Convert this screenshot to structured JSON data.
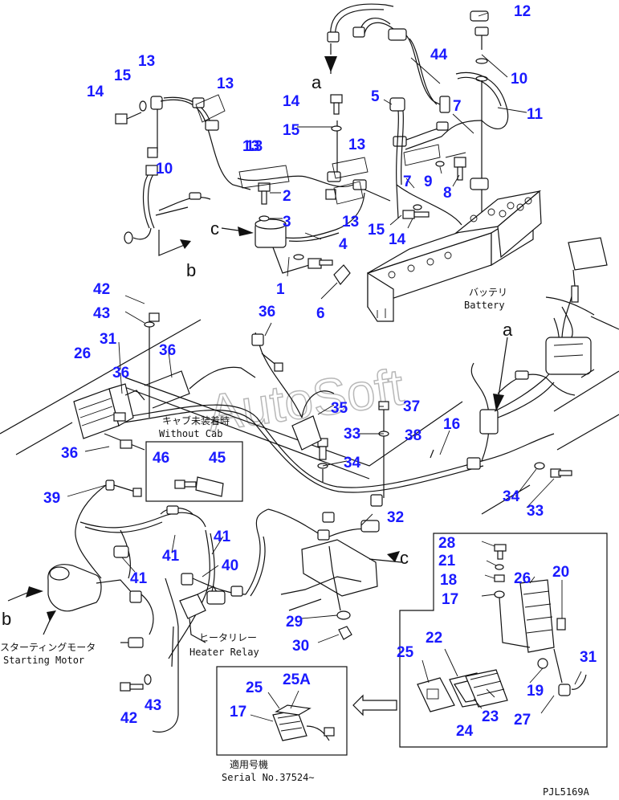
{
  "diagram": {
    "part_labels": [
      {
        "text": "12"
      },
      {
        "text": "44"
      },
      {
        "text": "10"
      },
      {
        "text": "11"
      },
      {
        "text": "7"
      },
      {
        "text": "5"
      },
      {
        "text": "14"
      },
      {
        "text": "15"
      },
      {
        "text": "13"
      },
      {
        "text": "13"
      },
      {
        "text": "15"
      },
      {
        "text": "14"
      },
      {
        "text": "13"
      },
      {
        "text": "10"
      },
      {
        "text": "13"
      },
      {
        "text": "13"
      },
      {
        "text": "2"
      },
      {
        "text": "3"
      },
      {
        "text": "4"
      },
      {
        "text": "1"
      },
      {
        "text": "6"
      },
      {
        "text": "13"
      },
      {
        "text": "7"
      },
      {
        "text": "9"
      },
      {
        "text": "8"
      },
      {
        "text": "15"
      },
      {
        "text": "14"
      },
      {
        "text": "42"
      },
      {
        "text": "43"
      },
      {
        "text": "31"
      },
      {
        "text": "26"
      },
      {
        "text": "36"
      },
      {
        "text": "36"
      },
      {
        "text": "36"
      },
      {
        "text": "36"
      },
      {
        "text": "35"
      },
      {
        "text": "37"
      },
      {
        "text": "33"
      },
      {
        "text": "38"
      },
      {
        "text": "34"
      },
      {
        "text": "16"
      },
      {
        "text": "46"
      },
      {
        "text": "45"
      },
      {
        "text": "39"
      },
      {
        "text": "41"
      },
      {
        "text": "41"
      },
      {
        "text": "41"
      },
      {
        "text": "40"
      },
      {
        "text": "32"
      },
      {
        "text": "34"
      },
      {
        "text": "33"
      },
      {
        "text": "29"
      },
      {
        "text": "30"
      },
      {
        "text": "28"
      },
      {
        "text": "21"
      },
      {
        "text": "18"
      },
      {
        "text": "17"
      },
      {
        "text": "26"
      },
      {
        "text": "20"
      },
      {
        "text": "25"
      },
      {
        "text": "22"
      },
      {
        "text": "19"
      },
      {
        "text": "31"
      },
      {
        "text": "23"
      },
      {
        "text": "24"
      },
      {
        "text": "27"
      },
      {
        "text": "25"
      },
      {
        "text": "25A"
      },
      {
        "text": "17"
      },
      {
        "text": "42"
      },
      {
        "text": "43"
      }
    ],
    "callouts": {
      "battery_jp": "バッテリ",
      "battery_en": "Battery",
      "without_cab_jp": "キャブ未装着時",
      "without_cab_en": "Without Cab",
      "starting_motor_jp": "スターティングモータ",
      "starting_motor_en": "Starting Motor",
      "heater_relay_jp": "ヒータリレー",
      "heater_relay_en": "Heater Relay",
      "serial_jp": "適用号機",
      "serial_en": "Serial No.37524∼"
    },
    "refs": {
      "a_top": "a",
      "a_right": "a",
      "b_top": "b",
      "b_left": "b",
      "c_top": "c",
      "c_bottom": "c"
    },
    "watermark": "AutoSoft",
    "drawing_code": "PJL5169A"
  }
}
